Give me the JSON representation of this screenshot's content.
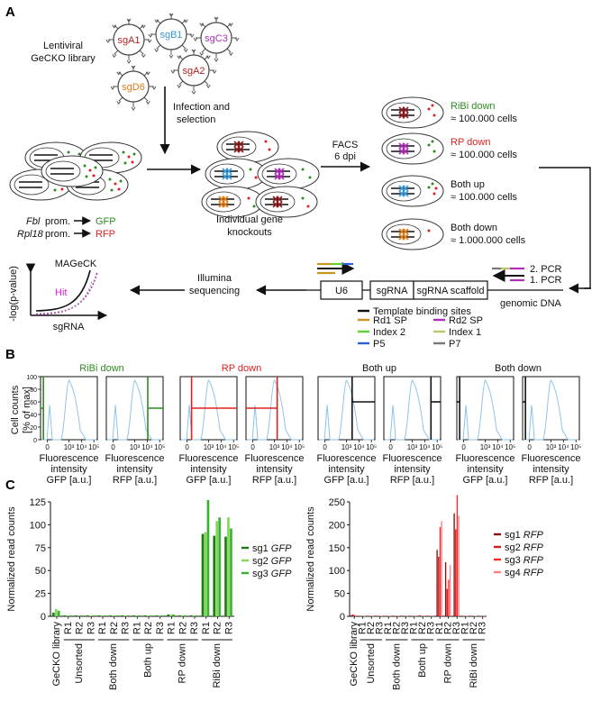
{
  "panels": {
    "a": "A",
    "b": "B",
    "c": "C"
  },
  "panel_a": {
    "library_label_1": "Lentiviral",
    "library_label_2": "GeCKO library",
    "viruses": [
      {
        "label": "sgA1",
        "color": "#b22222"
      },
      {
        "label": "sgB1",
        "color": "#3a9ad9"
      },
      {
        "label": "sgC3",
        "color": "#b02fb8"
      },
      {
        "label": "sgD6",
        "color": "#e07b1a"
      },
      {
        "label": "sgA2",
        "color": "#b22222"
      }
    ],
    "infection_1": "Infection and",
    "infection_2": "selection",
    "promoters": [
      {
        "promoter": "Fbl",
        "suffix": "prom.",
        "reporter": "GFP",
        "color": "#2e8b22"
      },
      {
        "promoter": "Rpl18",
        "suffix": "prom.",
        "reporter": "RFP",
        "color": "#e02020"
      }
    ],
    "knockouts_1": "Individual gene",
    "knockouts_2": "knockouts",
    "facs_1": "FACS",
    "facs_2": "6 dpi",
    "sorted": [
      {
        "name": "RiBi down",
        "count": "≈ 100.000 cells",
        "color": "#2e8b22"
      },
      {
        "name": "RP down",
        "count": "≈ 100.000 cells",
        "color": "#e02020"
      },
      {
        "name": "Both up",
        "count": "≈ 100.000 cells",
        "color": "#111111"
      },
      {
        "name": "Both down",
        "count": "≈ 1.000.000 cells",
        "color": "#111111"
      }
    ],
    "mageck": "MAGeCK",
    "y_axis": "-log(p-value)",
    "x_axis": "sgRNA",
    "hit": "Hit",
    "illumina_1": "Illumina",
    "illumina_2": "sequencing",
    "construct": {
      "u6": "U6",
      "sgrna": "sgRNA",
      "scaffold": "sgRNA scaffold",
      "genomic": "genomic DNA"
    },
    "pcr2": "2. PCR",
    "pcr1": "1. PCR",
    "legend": [
      {
        "label": "Template binding sites",
        "color": "#111111"
      },
      {
        "label": "Rd1 SP",
        "color": "#c8961e"
      },
      {
        "label": "Rd2 SP",
        "color": "#b02fb8"
      },
      {
        "label": "Index 2",
        "color": "#5fd02c"
      },
      {
        "label": "Index 1",
        "color": "#b8c86a"
      },
      {
        "label": "P5",
        "color": "#2f5fd9"
      },
      {
        "label": "P7",
        "color": "#777777"
      }
    ]
  },
  "panel_b": {
    "groups": [
      {
        "name": "RiBi down",
        "color": "#2e8b22"
      },
      {
        "name": "RP down",
        "color": "#e02020"
      },
      {
        "name": "Both up",
        "color": "#111111"
      },
      {
        "name": "Both down",
        "color": "#111111"
      }
    ],
    "y_label_1": "Cell counts",
    "y_label_2": "[% of max]",
    "y_ticks": [
      "100",
      "80",
      "60",
      "40",
      "20",
      "0"
    ],
    "x_ticks": [
      "0",
      "10³",
      "10⁴",
      "10⁵"
    ],
    "x_label_1": "Fluorescence",
    "x_label_2": "intensity",
    "channels": [
      "GFP [a.u.]",
      "RFP [a.u.]"
    ],
    "plots": [
      {
        "channel": "GFP",
        "line_x": 0.05,
        "line_y": 50,
        "color": "#2e8b22",
        "side": "left"
      },
      {
        "channel": "RFP",
        "line_x": 0.73,
        "line_y": 50,
        "color": "#2e8b22",
        "side": "right"
      },
      {
        "channel": "GFP",
        "line_x": 0.2,
        "line_y": 50,
        "color": "#e02020",
        "side": "right"
      },
      {
        "channel": "RFP",
        "line_x": 0.55,
        "line_y": 50,
        "color": "#e02020",
        "side": "left"
      },
      {
        "channel": "GFP",
        "line_x": 0.6,
        "line_y": 60,
        "color": "#111111",
        "side": "right"
      },
      {
        "channel": "RFP",
        "line_x": 0.83,
        "line_y": 60,
        "color": "#111111",
        "side": "right"
      },
      {
        "channel": "GFP",
        "line_x": 0.05,
        "line_y": 60,
        "color": "#111111",
        "side": "left"
      },
      {
        "channel": "RFP",
        "line_x": 0.05,
        "line_y": 60,
        "color": "#111111",
        "side": "left"
      }
    ]
  },
  "panel_c": {
    "y_label_1": "Normalized read counts",
    "samples": [
      "GeCKO library",
      "R1",
      "R2",
      "R3",
      "R1",
      "R2",
      "R3",
      "R1",
      "R2",
      "R3",
      "R1",
      "R2",
      "R3",
      "R1",
      "R2",
      "R3"
    ],
    "groups": [
      "Unsorted",
      "Both down",
      "Both up",
      "RP down",
      "RiBi down"
    ],
    "groups_right": [
      "Unsorted",
      "Both down",
      "Both up",
      "RP down",
      "RiBi down"
    ]
  },
  "chart_data": [
    {
      "type": "bar",
      "ylabel": "Normalized read counts",
      "ylim": [
        0,
        125
      ],
      "yticks": [
        0,
        25,
        50,
        75,
        100,
        125
      ],
      "categories": [
        "GeCKO library",
        "Unsorted R1",
        "Unsorted R2",
        "Unsorted R3",
        "Both down R1",
        "Both down R2",
        "Both down R3",
        "Both up R1",
        "Both up R2",
        "Both up R3",
        "RP down R1",
        "RP down R2",
        "RP down R3",
        "RiBi down R1",
        "RiBi down R2",
        "RiBi down R3"
      ],
      "series": [
        {
          "name": "sg1 GFP",
          "color": "#1e7a14",
          "values": [
            4,
            1,
            1,
            1,
            1,
            1,
            1,
            1,
            1,
            1,
            2,
            1,
            1,
            90,
            88,
            87
          ]
        },
        {
          "name": "sg2 GFP",
          "color": "#7ed957",
          "values": [
            8,
            1,
            1,
            1,
            1,
            1,
            1,
            1,
            1,
            1,
            2,
            1,
            1,
            92,
            104,
            108
          ]
        },
        {
          "name": "sg3 GFP",
          "color": "#3cb033",
          "values": [
            6,
            1,
            1,
            1,
            1,
            1,
            1,
            1,
            1,
            1,
            2,
            1,
            1,
            127,
            108,
            96
          ]
        }
      ]
    },
    {
      "type": "bar",
      "ylabel": "Normalized read counts",
      "ylim": [
        0,
        250
      ],
      "yticks": [
        0,
        50,
        100,
        150,
        200,
        250
      ],
      "categories": [
        "GeCKO library",
        "Unsorted R1",
        "Unsorted R2",
        "Unsorted R3",
        "Both down R1",
        "Both down R2",
        "Both down R3",
        "Both up R1",
        "Both up R2",
        "Both up R3",
        "RP down R1",
        "RP down R2",
        "RP down R3",
        "RiBi down R1",
        "RiBi down R2",
        "RiBi down R3"
      ],
      "series": [
        {
          "name": "sg1 RFP",
          "color": "#8b1010",
          "values": [
            3,
            1,
            1,
            1,
            1,
            1,
            1,
            1,
            2,
            1,
            145,
            118,
            225,
            1,
            1,
            1
          ]
        },
        {
          "name": "sg2 RFP",
          "color": "#c81e1e",
          "values": [
            4,
            1,
            1,
            1,
            1,
            1,
            1,
            1,
            1,
            1,
            130,
            60,
            190,
            1,
            1,
            1
          ]
        },
        {
          "name": "sg3 RFP",
          "color": "#ff2a2a",
          "values": [
            3,
            1,
            1,
            1,
            1,
            1,
            1,
            1,
            1,
            1,
            195,
            80,
            265,
            1,
            1,
            1
          ]
        },
        {
          "name": "sg4 RFP",
          "color": "#ff8080",
          "values": [
            2,
            1,
            1,
            1,
            1,
            1,
            1,
            1,
            1,
            1,
            208,
            112,
            220,
            1,
            1,
            1
          ]
        }
      ]
    }
  ]
}
